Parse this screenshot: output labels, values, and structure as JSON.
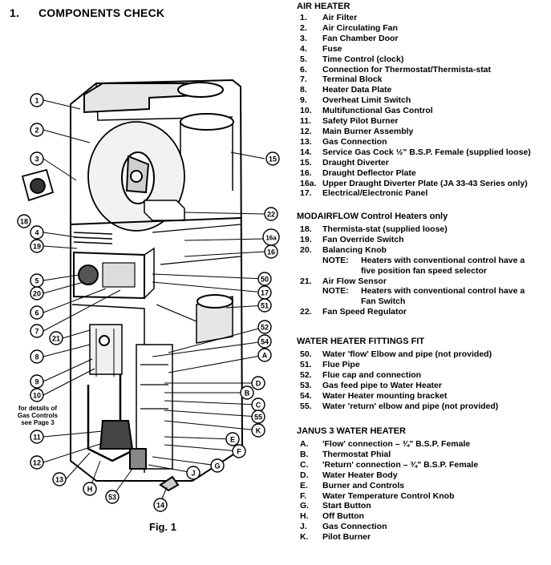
{
  "header": {
    "number": "1.",
    "title": "COMPONENTS CHECK"
  },
  "figure": {
    "caption": "Fig. 1",
    "details_note": [
      "for details of",
      "Gas Controls",
      "see Page 3"
    ],
    "callouts": [
      "1",
      "2",
      "3",
      "18",
      "4",
      "19",
      "5",
      "20",
      "6",
      "7",
      "21",
      "8",
      "9",
      "10",
      "11",
      "12",
      "13",
      "H",
      "53",
      "14",
      "15",
      "22",
      "16a",
      "16",
      "50",
      "17",
      "51",
      "52",
      "54",
      "A",
      "D",
      "B",
      "C",
      "55",
      "K",
      "E",
      "F",
      "G",
      "J"
    ]
  },
  "air_heater": {
    "heading": "AIR HEATER",
    "items": [
      {
        "k": "1.",
        "t": "Air Filter"
      },
      {
        "k": "2.",
        "t": "Air Circulating Fan"
      },
      {
        "k": "3.",
        "t": "Fan Chamber Door"
      },
      {
        "k": "4.",
        "t": "Fuse"
      },
      {
        "k": "5.",
        "t": "Time Control (clock)"
      },
      {
        "k": "6.",
        "t": "Connection for Thermostat/Thermista-stat"
      },
      {
        "k": "7.",
        "t": "Terminal Block"
      },
      {
        "k": "8.",
        "t": "Heater Data Plate"
      },
      {
        "k": "9.",
        "t": "Overheat Limit Switch"
      },
      {
        "k": "10.",
        "t": "Multifunctional Gas Control"
      },
      {
        "k": "11.",
        "t": "Safety Pilot Burner"
      },
      {
        "k": "12.",
        "t": "Main Burner Assembly"
      },
      {
        "k": "13.",
        "t": "Gas Connection"
      },
      {
        "k": "14.",
        "t": "Service Gas Cock ½\" B.S.P. Female (supplied loose)"
      },
      {
        "k": "15.",
        "t": "Draught Diverter"
      },
      {
        "k": "16.",
        "t": "Draught Deflector Plate"
      },
      {
        "k": "16a.",
        "t": "Upper Draught Diverter Plate (JA 33-43 Series only)"
      },
      {
        "k": "17.",
        "t": "Electrical/Electronic Panel"
      }
    ]
  },
  "modairflow": {
    "heading": "MODAIRFLOW Control Heaters only",
    "items": [
      {
        "k": "18.",
        "t": "Thermista-stat (supplied loose)"
      },
      {
        "k": "19.",
        "t": "Fan Override Switch"
      },
      {
        "k": "20.",
        "t": "Balancing Knob"
      }
    ],
    "note1": {
      "label": "NOTE:",
      "line1": "Heaters with conventional control have a",
      "line2": "five position fan speed selector"
    },
    "item21": {
      "k": "21.",
      "t": "Air Flow Sensor"
    },
    "note2": {
      "label": "NOTE:",
      "line1": "Heaters with conventional control have a",
      "line2": "Fan Switch"
    },
    "item22": {
      "k": "22.",
      "t": "Fan Speed Regulator"
    }
  },
  "water_fittings": {
    "heading": "WATER HEATER FITTINGS FIT",
    "items": [
      {
        "k": "50.",
        "t": "Water 'flow' Elbow and pipe (not provided)"
      },
      {
        "k": "51.",
        "t": "Flue Pipe"
      },
      {
        "k": "52.",
        "t": "Flue cap and connection"
      },
      {
        "k": "53.",
        "t": "Gas feed pipe to Water Heater"
      },
      {
        "k": "54.",
        "t": "Water Heater mounting bracket"
      },
      {
        "k": "55.",
        "t": "Water 'return' elbow and pipe (not provided)"
      }
    ]
  },
  "janus": {
    "heading": "JANUS 3 WATER HEATER",
    "items": [
      {
        "k": "A.",
        "t": "'Flow' connection – ¾\" B.S.P. Female"
      },
      {
        "k": "B.",
        "t": "Thermostat Phial"
      },
      {
        "k": "C.",
        "t": "'Return' connection – ¾\" B.S.P. Female"
      },
      {
        "k": "D.",
        "t": "Water Heater Body"
      },
      {
        "k": "E.",
        "t": "Burner and Controls"
      },
      {
        "k": "F.",
        "t": "Water Temperature Control Knob"
      },
      {
        "k": "G.",
        "t": "Start Button"
      },
      {
        "k": "H.",
        "t": "Off Button"
      },
      {
        "k": "J.",
        "t": "Gas Connection"
      },
      {
        "k": "K.",
        "t": "Pilot Burner"
      }
    ]
  }
}
